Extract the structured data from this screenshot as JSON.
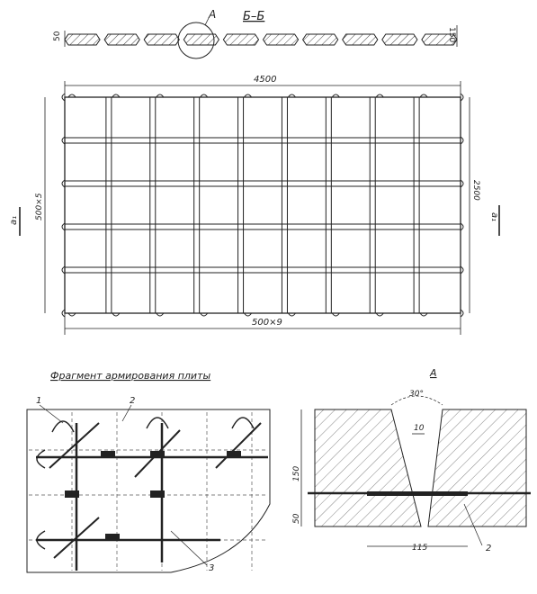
{
  "section": {
    "label": "Б–Б",
    "callout": "А",
    "dim_slab_left": "50",
    "dim_slab_right": "150"
  },
  "plan": {
    "width_dim": "4500",
    "length_dim_bottom": "500×9",
    "height_dim_left": "500×5",
    "height_dim_right": "2500",
    "cut_mark_left": "а₁",
    "cut_mark_right": "а₁",
    "columns": 9,
    "rows": 5
  },
  "fragment": {
    "title": "Фрагмент армирования плиты",
    "labels": [
      "1",
      "2",
      "3"
    ]
  },
  "detail": {
    "title": "А",
    "angle": "30°",
    "gap_top": "10",
    "height": "150",
    "lower": "50",
    "width": "115",
    "label": "2"
  }
}
